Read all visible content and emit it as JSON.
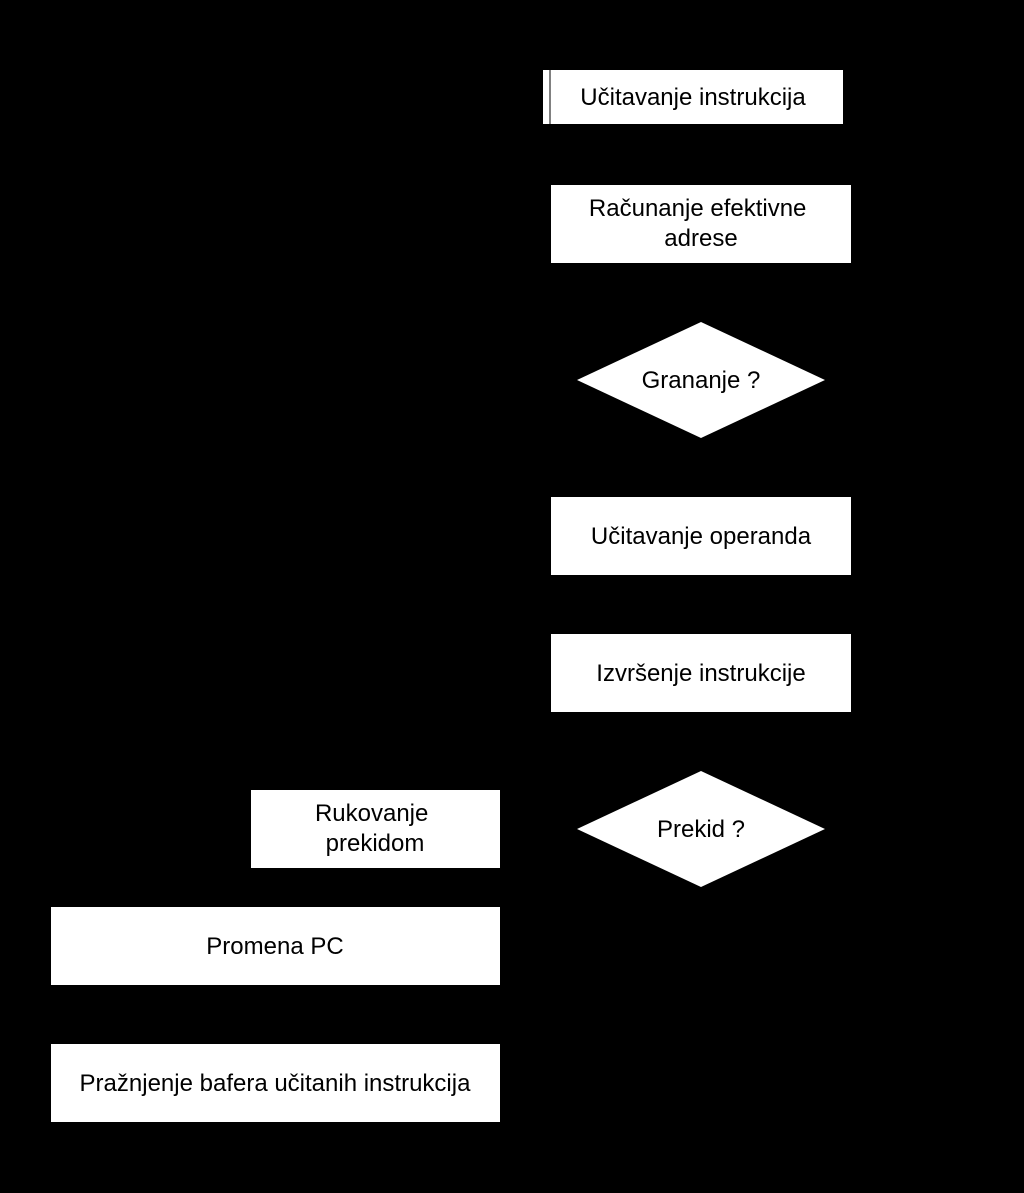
{
  "colors": {
    "background": "#000000",
    "node_fill": "#ffffff",
    "node_text": "#000000"
  },
  "nodes": {
    "fetch_instruction": {
      "lines": [
        "Učitavanje instrukcija"
      ]
    },
    "effective_address": {
      "lines": [
        "Računanje efektivne",
        "adrese"
      ]
    },
    "branch_decision": {
      "lines": [
        "Grananje ?"
      ]
    },
    "fetch_operand": {
      "lines": [
        "Učitavanje operanda"
      ]
    },
    "execute_instruction": {
      "lines": [
        "Izvršenje instrukcije"
      ]
    },
    "interrupt_decision": {
      "lines": [
        "Prekid ?"
      ]
    },
    "interrupt_handling": {
      "lines": [
        "Rukovanje",
        "prekidom"
      ]
    },
    "change_pc": {
      "lines": [
        "Promena PC"
      ]
    },
    "flush_buffer": {
      "lines": [
        "Pražnjenje bafera učitanih instrukcija"
      ]
    }
  }
}
